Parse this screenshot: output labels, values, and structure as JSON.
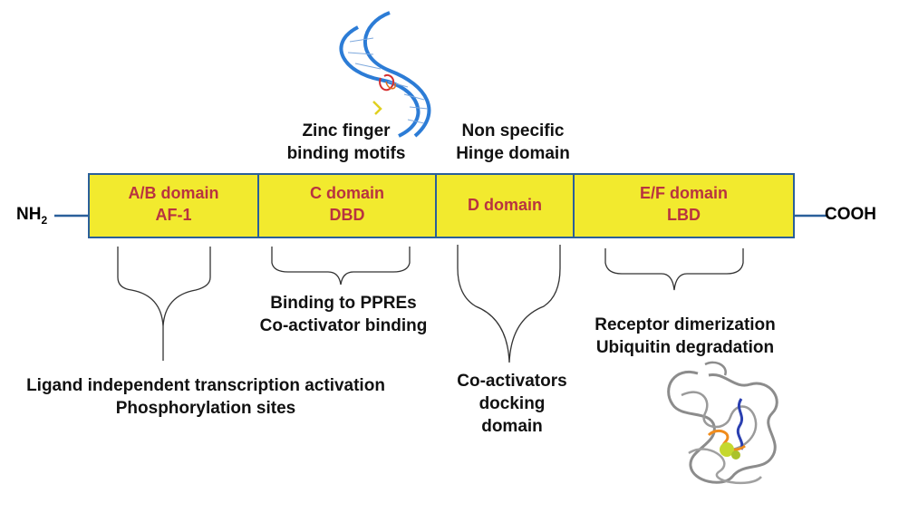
{
  "termini": {
    "n_base": "NH",
    "n_sub": "2",
    "c": "COOH"
  },
  "domains": [
    {
      "name": "A/B domain",
      "sub": "AF-1"
    },
    {
      "name": "C domain",
      "sub": "DBD"
    },
    {
      "name": "D domain",
      "sub": ""
    },
    {
      "name": "E/F domain",
      "sub": "LBD"
    }
  ],
  "top_labels": {
    "zinc": [
      "Zinc finger",
      "binding motifs"
    ],
    "hinge": [
      "Non specific",
      "Hinge domain"
    ]
  },
  "bottom_labels": {
    "ab": [
      "Ligand independent transcription activation",
      "Phosphorylation sites"
    ],
    "c": [
      "Binding to PPREs",
      "Co-activator binding"
    ],
    "d": [
      "Co-activators",
      "docking",
      "domain"
    ],
    "ef": [
      "Receptor dimerization",
      "Ubiquitin degradation"
    ]
  },
  "colors": {
    "domain_fill": "#f2ea2e",
    "domain_border": "#2a5f9a",
    "domain_text": "#b83340",
    "dna_strand": "#2c7cd6",
    "protein_gray": "#8c8c8c"
  }
}
